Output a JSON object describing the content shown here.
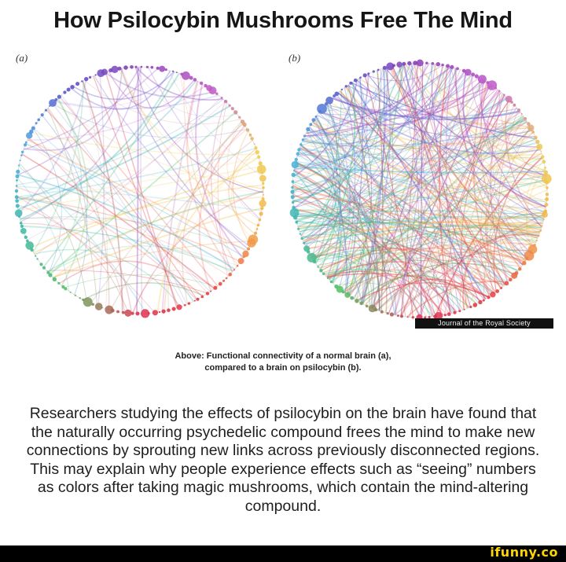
{
  "title": "How Psilocybin Mushrooms Free The Mind",
  "figure": {
    "panel_a_label": "(a)",
    "panel_b_label": "(b)",
    "credit": "Journal of the Royal Society"
  },
  "caption": {
    "line1": "Above: Functional connectivity of a normal brain (a),",
    "line2": "compared to a brain on psilocybin (b)."
  },
  "paragraph": "Researchers studying the effects of psilocybin on the brain have found that the naturally occurring psychedelic compound frees the mind to make new connections by sprouting new links across previously disconnected regions. This may explain why people experience effects such as “seeing” numbers as colors after taking magic mushrooms, which contain the mind-altering compound.",
  "watermark": "ifunny.co",
  "colors": {
    "ring": [
      "#8a3fb8",
      "#c05ac8",
      "#f0d050",
      "#f3b04a",
      "#e84040",
      "#e03050",
      "#55c060",
      "#3cb8a8",
      "#4ab0e0",
      "#5a55d0"
    ],
    "footer": "#000000",
    "watermark": "#ffd400"
  }
}
